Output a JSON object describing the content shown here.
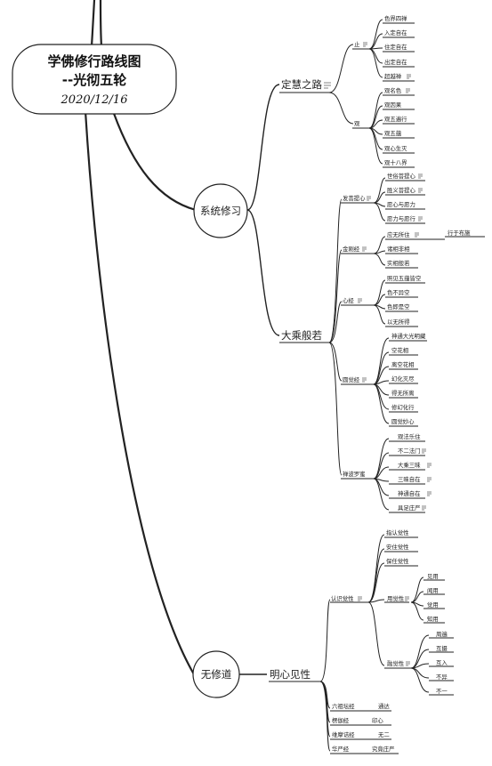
{
  "title": {
    "line1": "学佛修行路线图",
    "line2": "--光彻五轮",
    "date": "2020/12/16"
  },
  "branches": {
    "xitong": {
      "label": "系统修习",
      "dinghui": {
        "label": "定慧之路",
        "zhi": {
          "label": "止",
          "items": [
            "色界四禅",
            "入定自在",
            "住定自在",
            "出定自在",
            "超越禅"
          ]
        },
        "guan": {
          "label": "观",
          "items": [
            "观名色",
            "观因果",
            "观五遍行",
            "观五蕴",
            "观心生灭",
            "观十八界"
          ]
        }
      },
      "dasheng": {
        "label": "大乘般若",
        "faputixin": {
          "label": "发菩提心",
          "items": [
            "世俗菩提心",
            "胜义菩提心",
            "愿心与愿力",
            "愿力与愿行"
          ]
        },
        "jingang": {
          "label": "金刚经",
          "items": [
            "应无所住",
            "诸相非相",
            "实相般若"
          ],
          "sub_label": "行于布施"
        },
        "xinjing": {
          "label": "心经",
          "items": [
            "照见五蕴皆空",
            "色不异空",
            "色即是空",
            "以无所得"
          ]
        },
        "yuanjue": {
          "label": "圆觉经",
          "items": [
            "神通大光明藏",
            "空花相",
            "离空花相",
            "幻化灭尽",
            "得无所离",
            "修幻化行",
            "圆觉妙心"
          ]
        },
        "chanboluomi": {
          "label": "禅波罗蜜",
          "items": [
            "观法乐住",
            "不二法门",
            "大乘三昧",
            "三昧自在",
            "神通自在",
            "具足庄严"
          ]
        }
      }
    },
    "wuxiudao": {
      "label": "无修道",
      "mingxin": {
        "label": "明心见性",
        "renshi": {
          "label": "认识觉性",
          "items": [
            "指认觉性",
            "安住觉性",
            "保任觉性"
          ],
          "yongjue": {
            "label": "用觉性",
            "items": [
              "见用",
              "闻用",
              "觉用",
              "知用"
            ]
          },
          "rongjue": {
            "label": "融觉性",
            "items": [
              "周遍",
              "互摄",
              "互入",
              "不异",
              "不一"
            ]
          }
        },
        "sutras": [
          {
            "label": "六祖坛经",
            "leaf": "通达"
          },
          {
            "label": "楞伽经",
            "leaf": "印心"
          },
          {
            "label": "维摩诘经",
            "leaf": "无二"
          },
          {
            "label": "华严经",
            "leaf": "究竟庄严"
          }
        ]
      }
    }
  }
}
